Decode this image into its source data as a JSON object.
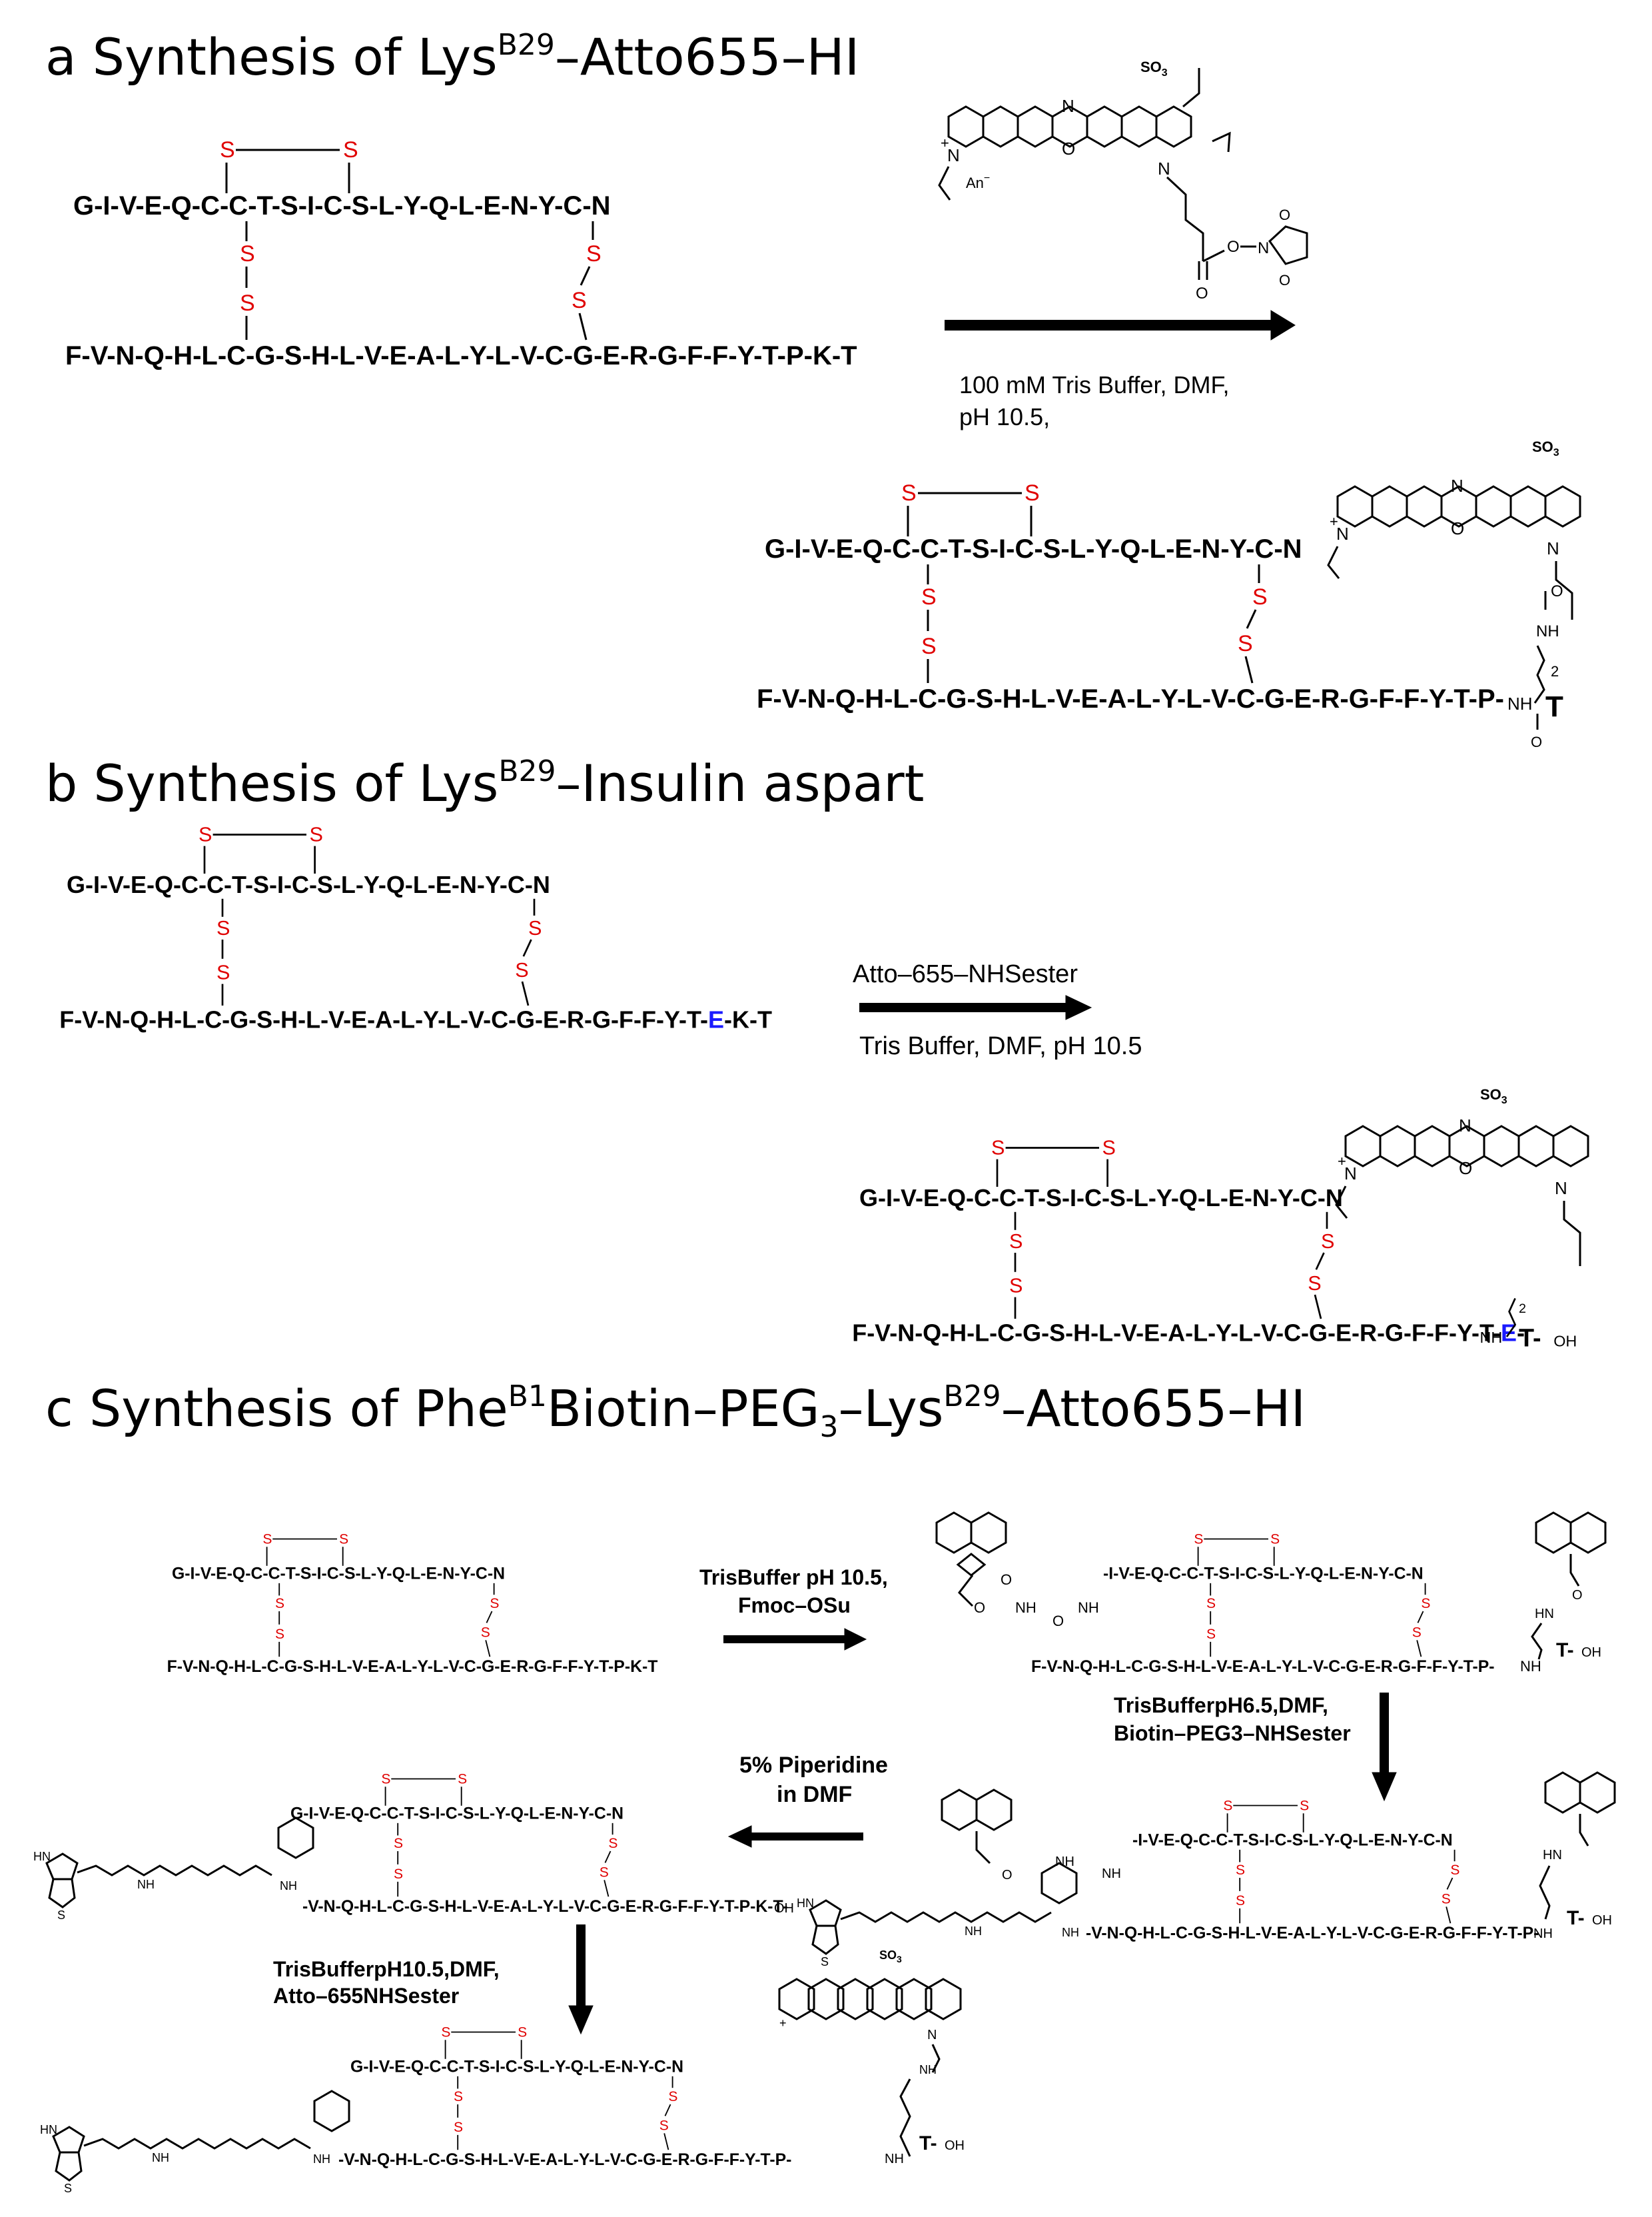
{
  "figure": {
    "panel_a": {
      "letter": "a",
      "title_main": "Synthesis of Lys",
      "title_sup": "B29",
      "title_rest": "–Atto655–HI",
      "conditions_line1": "100 mM Tris Buffer, DMF,",
      "conditions_line2": "pH 10.5,"
    },
    "panel_b": {
      "letter": "b",
      "title_main": "Synthesis of Lys",
      "title_sup": "B29",
      "title_rest": "–Insulin aspart",
      "reagent": "Atto–655–NHSester",
      "conditions": "Tris Buffer, DMF, pH 10.5"
    },
    "panel_c": {
      "letter": "c",
      "title_main": "Synthesis of Phe",
      "title_sup1": "B1",
      "title_mid": "Biotin–PEG",
      "title_sub": "3",
      "title_mid2": "–Lys",
      "title_sup2": "B29",
      "title_rest": "–Atto655–HI",
      "step1_line1": "TrisBuffer pH 10.5,",
      "step1_line2": "Fmoc–OSu",
      "step2_line1": "TrisBufferpH6.5,DMF,",
      "step2_line2": "Biotin–PEG3–NHSester",
      "step3_line1": "5% Piperidine",
      "step3_line2": "in DMF",
      "step4_line1": "TrisBufferpH10.5,DMF,",
      "step4_line2": "Atto–655NHSester"
    },
    "chains": {
      "a_chain": "G-I-V-E-Q-C-C-T-S-I-C-S-L-Y-Q-L-E-N-Y-C-N",
      "b_chain_hi": "F-V-N-Q-H-L-C-G-S-H-L-V-E-A-L-Y-L-V-C-G-E-R-G-F-F-Y-T-P-K-T",
      "b_chain_hi_truncated": "F-V-N-Q-H-L-C-G-S-H-L-V-E-A-L-Y-L-V-C-G-E-R-G-F-F-Y-T-P-",
      "b_chain_aspart_pre": "F-V-N-Q-H-L-C-G-S-H-L-V-E-A-L-Y-L-V-C-G-E-R-G-F-F-Y-T-",
      "b_chain_aspart_e": "E",
      "b_chain_aspart_post": "-K-T",
      "b_chain_aspart_trunc_post": "-",
      "b_chain_noF": "-V-N-Q-H-L-C-G-S-H-L-V-E-A-L-Y-L-V-C-G-E-R-G-F-F-Y-T-P-K-T-",
      "b_chain_noF_trunc": "-V-N-Q-H-L-C-G-S-H-L-V-E-A-L-Y-L-V-C-G-E-R-G-F-F-Y-T-P-",
      "fmoc_a_chain": "-I-V-E-Q-C-C-T-S-I-C-S-L-Y-Q-L-E-N-Y-C-N",
      "sulfur": "S",
      "nh": "NH",
      "oh": "OH",
      "thr": "T",
      "terminal_t_oh": "T-",
      "sub2": "2",
      "so3": "SO",
      "so3_sub": "3",
      "so3_charge": "",
      "anion": "An",
      "anion_charge": "−",
      "n_atom": "N",
      "o_atom": "O",
      "plus": "+",
      "hn": "HN",
      "s_atom": "S"
    }
  }
}
